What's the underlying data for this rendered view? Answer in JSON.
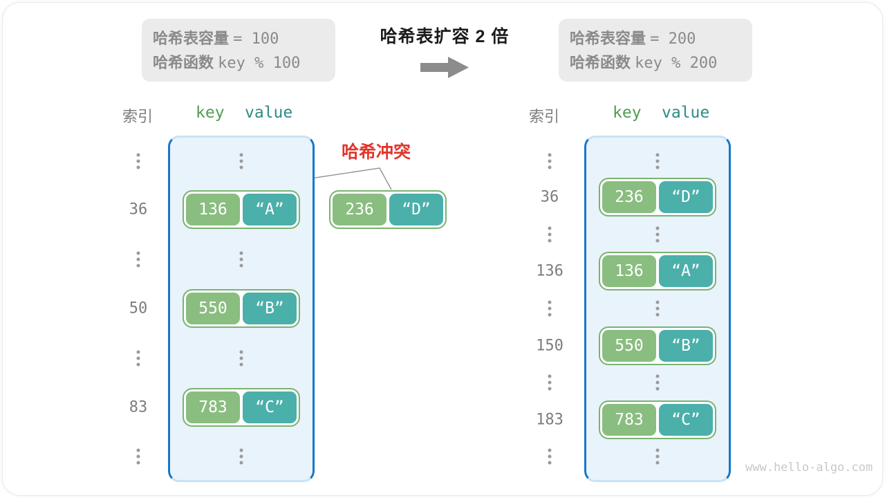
{
  "header": {
    "left_box": {
      "line1_label": "哈希表容量",
      "line1_value": "= 100",
      "line2_label": "哈希函数",
      "line2_value": "key % 100"
    },
    "title": "哈希表扩容 2 倍",
    "arrow_icon": "right-arrow",
    "right_box": {
      "line1_label": "哈希表容量",
      "line1_value": "= 200",
      "line2_label": "哈希函数",
      "line2_value": "key % 200"
    }
  },
  "collision": {
    "label": "哈希冲突"
  },
  "left_table": {
    "header": {
      "index": "索引",
      "key": "key",
      "value": "value"
    },
    "rows": [
      {
        "index": "36",
        "key": "136",
        "value": "“A”"
      },
      {
        "index": "50",
        "key": "550",
        "value": "“B”"
      },
      {
        "index": "83",
        "key": "783",
        "value": "“C”"
      }
    ],
    "collision_pair": {
      "key": "236",
      "value": "“D”"
    }
  },
  "right_table": {
    "header": {
      "index": "索引",
      "key": "key",
      "value": "value"
    },
    "rows": [
      {
        "index": "36",
        "key": "236",
        "value": "“D”"
      },
      {
        "index": "136",
        "key": "136",
        "value": "“A”"
      },
      {
        "index": "150",
        "key": "550",
        "value": "“B”"
      },
      {
        "index": "183",
        "key": "783",
        "value": "“C”"
      }
    ]
  },
  "watermark": "www.hello-algo.com",
  "colors": {
    "container_border": "#1577CB",
    "container_fill": "#E9F3FB",
    "pair_border": "#79B370",
    "key_fill": "#8ABD80",
    "value_fill": "#4BAFAA",
    "key_header_text": "#4F9E51",
    "value_header_text": "#2E8B85",
    "collision_text": "#E0362C",
    "info_box_fill": "#EBEBEB",
    "info_text": "#8A8A8A",
    "arrow": "#8C8C8C"
  }
}
